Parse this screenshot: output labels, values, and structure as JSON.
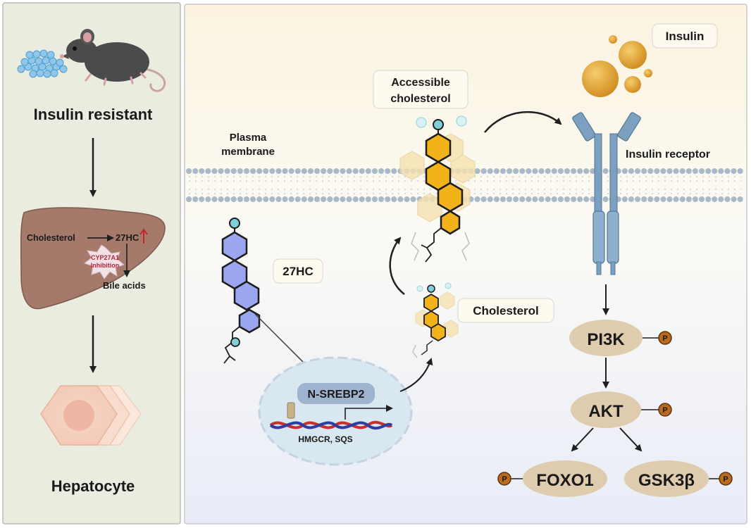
{
  "left_panel": {
    "top_label": "Insulin resistant",
    "bottom_label": "Hepatocyte",
    "liver": {
      "cholesterol": "Cholesterol",
      "oxysterol": "27HC",
      "enzyme_line1": "CYP27A1",
      "enzyme_line2": "Inhibition",
      "product": "Bile acids"
    }
  },
  "main_panel": {
    "plasma_membrane_line1": "Plasma",
    "plasma_membrane_line2": "membrane",
    "accessible_line1": "Accessible",
    "accessible_line2": "cholesterol",
    "insulin": "Insulin",
    "insulin_receptor": "Insulin receptor",
    "oxysterol": "27HC",
    "cholesterol": "Cholesterol",
    "nsrebp2": "N-SREBP2",
    "genes": "HMGCR, SQS",
    "pi3k": "PI3K",
    "akt": "AKT",
    "foxo1": "FOXO1",
    "gsk3b": "GSK3β",
    "phospho": "P"
  },
  "colors": {
    "left_bg": "#e9ecdf",
    "main_bg_top": "#fbf3df",
    "main_bg_bottom": "#eceef8",
    "membrane": "#a9b9c8",
    "liver": "#a57a6a",
    "cholesterol_ring": "#f1b21a",
    "oxysterol_ring": "#9aa6ef",
    "insulin_ball": "#e2a02c",
    "receptor": "#7ca0c0",
    "node_fill": "#dfcbad",
    "phospho_fill": "#b86a1f"
  }
}
